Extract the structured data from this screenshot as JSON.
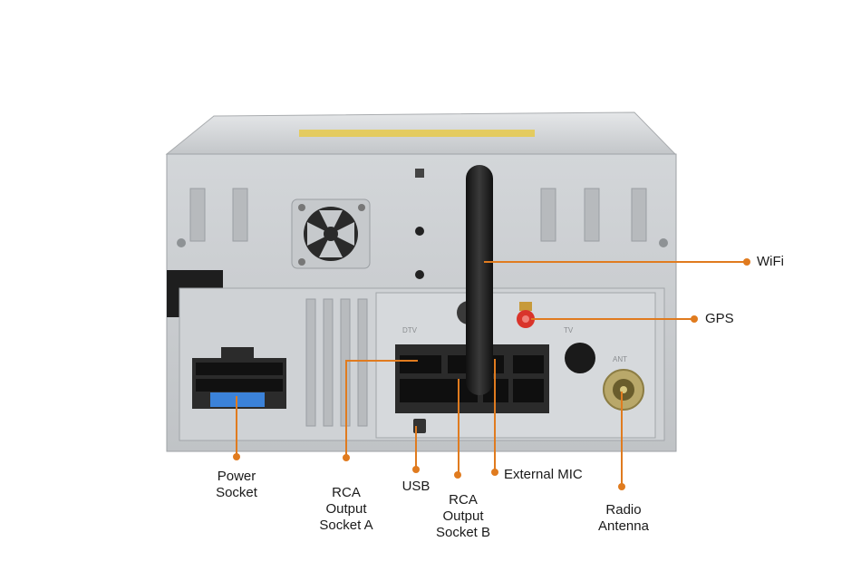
{
  "colors": {
    "accent": "#e07b1f",
    "chassis": "#c9cccf",
    "chassis_dark": "#9ea2a6",
    "connector": "#2b2b2b",
    "fuse_blue": "#3b82d9",
    "gps_red": "#d9342b"
  },
  "device": {
    "top_label_text": "",
    "connector_mark_left": "DTV",
    "connector_mark_tv": "TV",
    "connector_mark_ant": "ANT"
  },
  "callouts": {
    "wifi": "WiFi",
    "gps": "GPS",
    "power_socket": [
      "Power",
      "Socket"
    ],
    "rca_a": [
      "RCA",
      "Output",
      "Socket A"
    ],
    "usb": "USB",
    "rca_b": [
      "RCA",
      "Output",
      "Socket B"
    ],
    "external_mic": "External MIC",
    "radio_antenna": [
      "Radio",
      "Antenna"
    ]
  }
}
